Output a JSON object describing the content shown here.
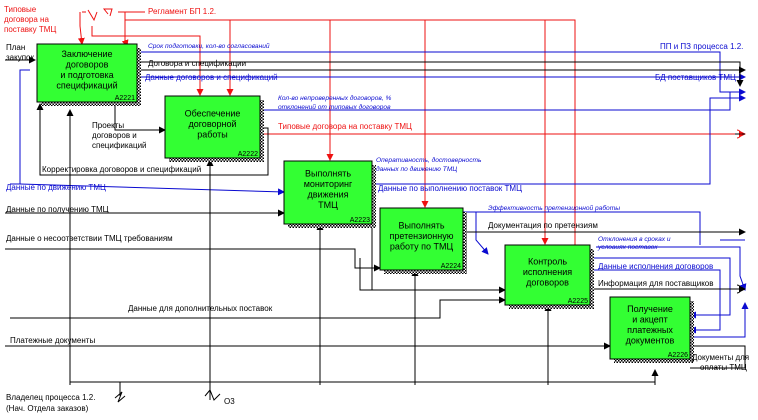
{
  "colors": {
    "box_fill": "#33ff33",
    "black": "#000000",
    "red": "#ee1111",
    "blue": "#0a0ad0",
    "navy": "#101080"
  },
  "boxes": [
    {
      "id": "A2221",
      "lines": [
        "Заключение",
        "договоров",
        "и подготовка",
        "спецификаций"
      ]
    },
    {
      "id": "A2222",
      "lines": [
        "Обеспечение",
        "договорной",
        "работы"
      ]
    },
    {
      "id": "A2223",
      "lines": [
        "Выполнять",
        "мониторинг",
        "движения",
        "ТМЦ"
      ]
    },
    {
      "id": "A2224",
      "lines": [
        "Выполнять",
        "претензионную",
        "работу по ТМЦ"
      ]
    },
    {
      "id": "A2225",
      "lines": [
        "Контроль",
        "исполнения",
        "договоров"
      ]
    },
    {
      "id": "A2226",
      "lines": [
        "Получение",
        "и акцепт",
        "платежных",
        "документов"
      ]
    }
  ],
  "labels": {
    "tipovye_top": [
      "Типовые",
      "договора на",
      "поставку ТМЦ"
    ],
    "reglament": "Регламент БП 1.2.",
    "plan": [
      "План",
      "закупок"
    ],
    "sroki": "Срок подготовки, кол-во согласований",
    "dogovora_spec": "Договора и спецификации",
    "dannye_dog_spec": "Данные договоров и спецификаций",
    "pp_pz": "ПП и ПЗ процесса 1.2.",
    "bd_postav": "БД поставщиков ТМЦ",
    "kol_neprov": [
      "Кол-во непроверенных договоров, %",
      "отклонений от типовых договоров"
    ],
    "tipovye_mid": "Типовые договора на поставку ТМЦ",
    "proekty": [
      "Проекты",
      "договоров и",
      "спецификаций"
    ],
    "korrekt": "Корректировка договоров и спецификаций",
    "operativnost": [
      "Оперативность, достоверность",
      "данных по движению ТМЦ"
    ],
    "dannye_dvizh": "Данные по движению ТМЦ",
    "dannye_vypoln": "Данные по выполнению поставок ТМЦ",
    "dannye_poluch": "Данные по получению ТМЦ",
    "effekt": "Эффективность претензионной работы",
    "dokum_pretenz": "Документация по претензиям",
    "dannye_nesoot": "Данные о несоответствии ТМЦ  требованиям",
    "otklonenia": [
      "Отклонения в сроках и",
      "условиях поставок"
    ],
    "dannye_ispoln": "Данные исполнения договоров",
    "info_postav": "Информация для поставщиков",
    "dannye_dop": "Данные для дополнительных поставок",
    "platezh": "Платежные документы",
    "dok_oplaty": [
      "Документы для",
      "оплаты ТМЦ"
    ],
    "vladelec": [
      "Владелец процесса 1.2.",
      "(Нач. Отдела заказов)"
    ],
    "o3": "О3"
  }
}
